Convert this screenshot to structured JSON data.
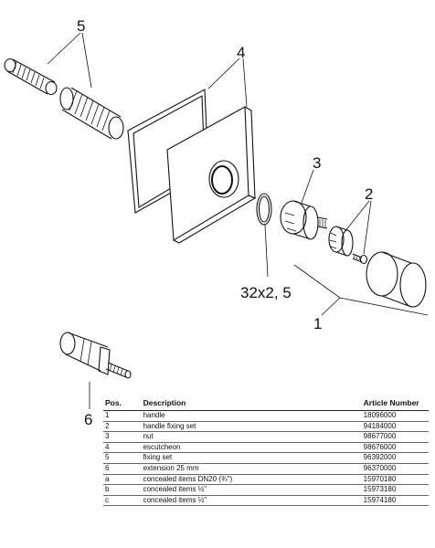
{
  "callouts": {
    "c1": "1",
    "c2": "2",
    "c3": "3",
    "c4": "4",
    "c5": "5",
    "c6": "6",
    "oring": "32x2, 5"
  },
  "table": {
    "headers": [
      "Pos.",
      "Description",
      "Article Number"
    ],
    "rows": [
      {
        "pos": "1",
        "description": "handle",
        "article": "18096000"
      },
      {
        "pos": "2",
        "description": "handle fixing set",
        "article": "94184000"
      },
      {
        "pos": "3",
        "description": "nut",
        "article": "98677000"
      },
      {
        "pos": "4",
        "description": "escutcheon",
        "article": "98676000"
      },
      {
        "pos": "5",
        "description": "fixing set",
        "article": "96392000"
      },
      {
        "pos": "6",
        "description": "extension 25 mm",
        "article": "96370000"
      },
      {
        "pos": "a",
        "description": "concealed items DN20 (¾\")",
        "article": "15970180"
      },
      {
        "pos": "b",
        "description": "concealed items ½\"",
        "article": "15973180"
      },
      {
        "pos": "c",
        "description": "concealed items ½\"",
        "article": "15974180"
      }
    ]
  },
  "icons": [
    "exploded-parts-drawing"
  ],
  "colors": {
    "line": "#111111",
    "background": "#ffffff"
  }
}
